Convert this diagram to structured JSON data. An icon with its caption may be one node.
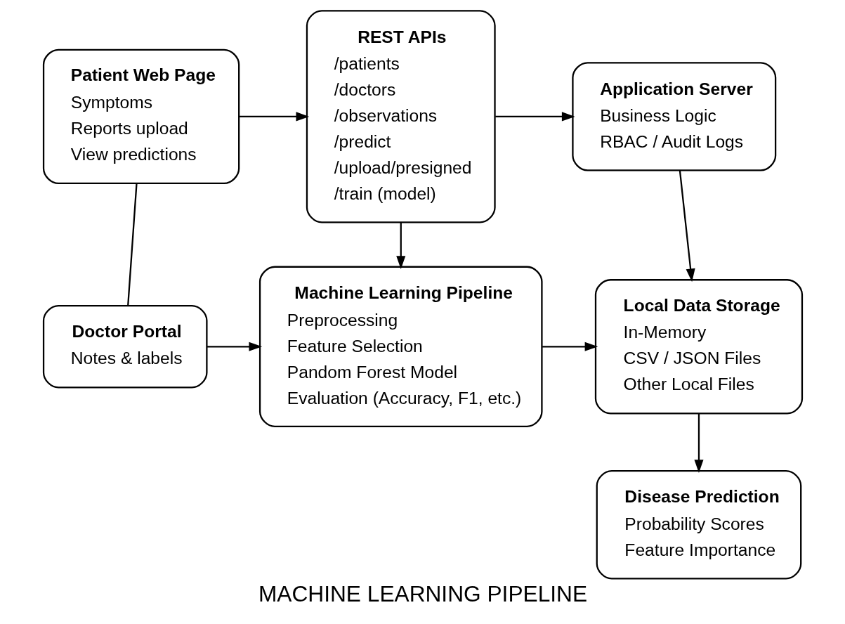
{
  "diagram": {
    "caption": "MACHINE LEARNING PIPELINE",
    "nodes": [
      {
        "text": [
          "Patient Web Page",
          "Symptoms",
          "Reports upload",
          "View predictions"
        ]
      },
      {
        "text": [
          "REST APIs",
          "/patients",
          "/doctors",
          "/observations",
          "/predict",
          "/upload/presigned",
          "/train (model)"
        ]
      },
      {
        "text": [
          "Application Server",
          "Business Logic",
          "RBAC / Audit Logs"
        ]
      },
      {
        "text": [
          "Doctor Portal",
          "Notes & labels"
        ]
      },
      {
        "text": [
          "Machine Learning Pipeline",
          "Preprocessing",
          "Feature Selection",
          "Pandom Forest Model",
          "Evaluation (Accuracy, F1, etc.)"
        ]
      },
      {
        "text": [
          "Local Data Storage",
          "In-Memory",
          "CSV / JSON Files",
          "Other Local Files"
        ]
      },
      {
        "text": [
          "Disease Prediction",
          "Probability Scores",
          "Feature Importance"
        ]
      }
    ],
    "edges": [
      {
        "from": 0,
        "to": 1,
        "arrow": "to"
      },
      {
        "from": 1,
        "to": 2,
        "arrow": "to"
      },
      {
        "from": 0,
        "to": 3,
        "arrow": "none"
      },
      {
        "from": 1,
        "to": 4,
        "arrow": "to"
      },
      {
        "from": 2,
        "to": 5,
        "arrow": "to"
      },
      {
        "from": 3,
        "to": 4,
        "arrow": "to"
      },
      {
        "from": 4,
        "to": 5,
        "arrow": "to"
      },
      {
        "from": 5,
        "to": 6,
        "arrow": "to"
      }
    ]
  }
}
